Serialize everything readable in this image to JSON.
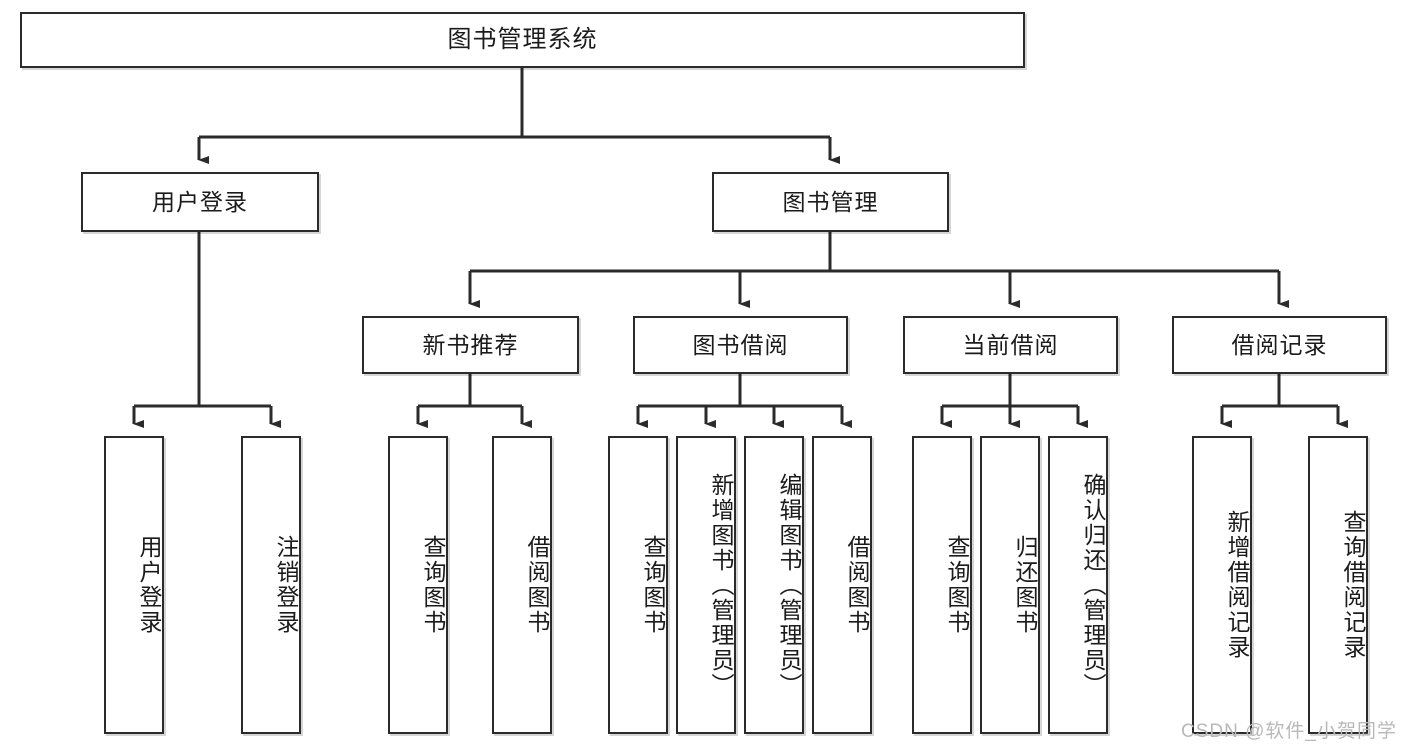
{
  "diagram": {
    "title": "图书管理系统",
    "watermark": "CSDN @软件_小贺同学",
    "line_color": "#2b2b2b",
    "box_fill": "#ffffff",
    "text_color": "#1b1b1b",
    "watermark_color": "#b9b9b9"
  },
  "root": {
    "label": "图书管理系统"
  },
  "level2": [
    {
      "label": "用户登录"
    },
    {
      "label": "图书管理"
    }
  ],
  "level3": [
    {
      "label": "新书推荐"
    },
    {
      "label": "图书借阅"
    },
    {
      "label": "当前借阅"
    },
    {
      "label": "借阅记录"
    }
  ],
  "leaves": {
    "user_login": [
      {
        "label": "用户登录"
      },
      {
        "label": "注销登录"
      }
    ],
    "new_book_recommend": [
      {
        "label": "查询图书"
      },
      {
        "label": "借阅图书"
      }
    ],
    "book_borrow": [
      {
        "label": "查询图书"
      },
      {
        "label": "新增图书（管理员）"
      },
      {
        "label": "编辑图书（管理员）"
      },
      {
        "label": "借阅图书"
      }
    ],
    "current_borrow": [
      {
        "label": "查询图书"
      },
      {
        "label": "归还图书"
      },
      {
        "label": "确认归还（管理员）"
      }
    ],
    "borrow_record": [
      {
        "label": "新增借阅记录"
      },
      {
        "label": "查询借阅记录"
      }
    ]
  }
}
